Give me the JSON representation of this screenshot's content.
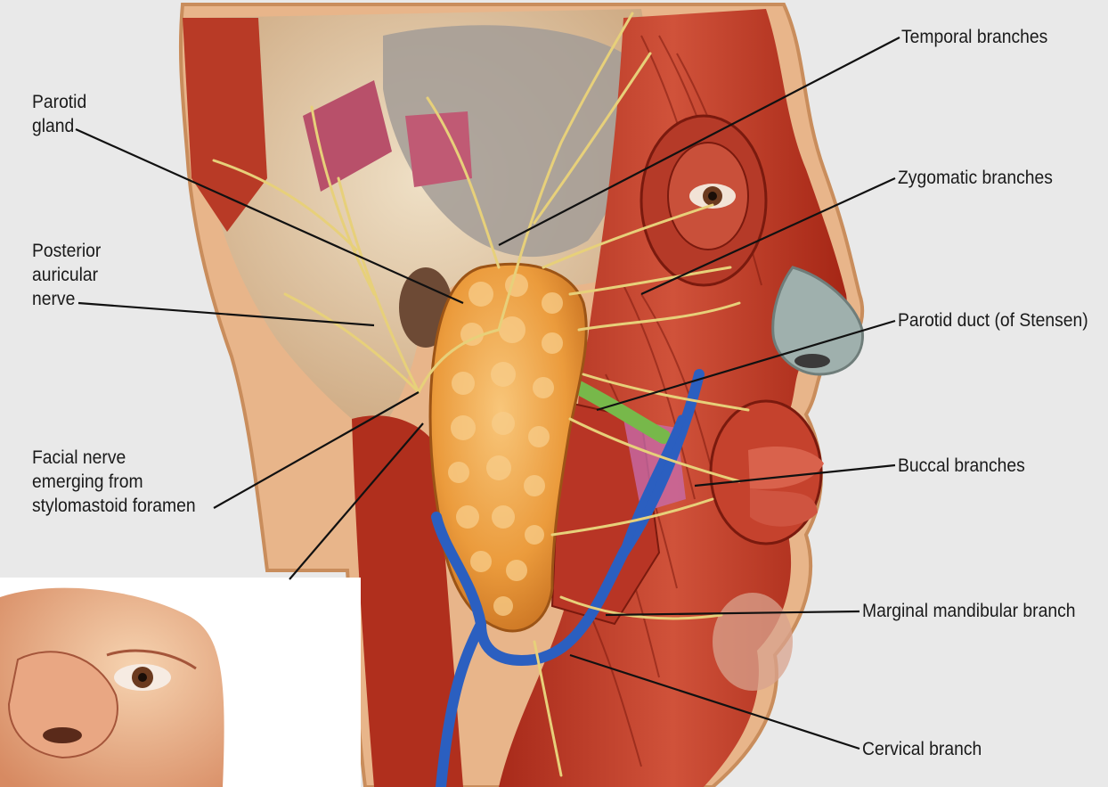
{
  "diagram": {
    "labels": {
      "temporal_branches": "Temporal branches",
      "parotid_gland": "Parotid\ngland",
      "zygomatic_branches": "Zygomatic branches",
      "posterior_auricular_nerve": "Posterior\nauricular\nnerve",
      "parotid_duct": "Parotid duct (of Stensen)",
      "facial_nerve_emerging": "Facial nerve\nemerging from\nstylomastoid foramen",
      "buccal_branches": "Buccal branches",
      "marginal_mandibular_branch": "Marginal mandibular branch",
      "cervical_branch": "Cervical branch"
    },
    "colors": {
      "background": "#e9e9e9",
      "muscle": "#c8412e",
      "muscle_dark": "#8e1d12",
      "skin": "#efc89a",
      "bone": "#e4cfb0",
      "gland": "#eb9b3c",
      "nerve": "#e7d07a",
      "vein": "#2b5fc0",
      "duct": "#77b84a",
      "leader_line": "#111111"
    }
  }
}
